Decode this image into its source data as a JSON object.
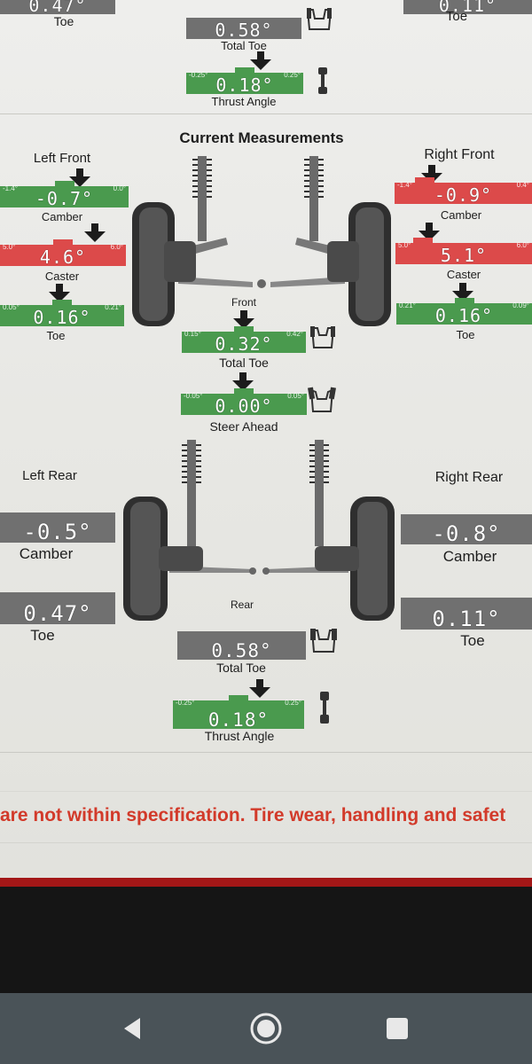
{
  "top_partial": {
    "left_toe": {
      "value": "0.47°",
      "label": "Toe"
    },
    "right_toe": {
      "value": "0.11°",
      "label": "Toe"
    },
    "total_toe": {
      "value": "0.58°",
      "label": "Total Toe"
    },
    "thrust_angle": {
      "value": "0.18°",
      "label": "Thrust Angle",
      "min": "-0.25°",
      "max": "0.25°"
    }
  },
  "section_title": "Current Measurements",
  "front": {
    "label": "Front",
    "left_title": "Left Front",
    "right_title": "Right Front",
    "left_camber": {
      "value": "-0.7°",
      "label": "Camber",
      "min": "-1.4°",
      "max": "0.0°",
      "status": "green",
      "level": 0.5
    },
    "left_caster": {
      "value": "4.6°",
      "label": "Caster",
      "min": "5.0°",
      "max": "6.0°",
      "status": "red",
      "level": 0.5
    },
    "left_toe": {
      "value": "0.16°",
      "label": "Toe",
      "min": "0.05°",
      "max": "0.21°",
      "status": "green",
      "level": 0.5
    },
    "right_camber": {
      "value": "-0.9°",
      "label": "Camber",
      "min": "-1.4°",
      "max": "0.4°",
      "status": "red",
      "level": 0.22
    },
    "right_caster": {
      "value": "5.1°",
      "label": "Caster",
      "min": "5.0°",
      "max": "6.0°",
      "status": "red",
      "level": 0.2
    },
    "right_toe": {
      "value": "0.16°",
      "label": "Toe",
      "min": "0.21°",
      "max": "0.09°",
      "status": "green",
      "level": 0.5
    },
    "total_toe": {
      "value": "0.32°",
      "label": "Total Toe",
      "min": "0.15°",
      "max": "0.42°",
      "status": "green",
      "level": 0.5
    },
    "steer_ahead": {
      "value": "0.00°",
      "label": "Steer Ahead",
      "min": "-0.05°",
      "max": "0.05°",
      "status": "green",
      "level": 0.5
    }
  },
  "rear": {
    "label": "Rear",
    "left_title": "Left Rear",
    "right_title": "Right Rear",
    "left_camber": {
      "value": "-0.5°",
      "label": "Camber",
      "status": "gray"
    },
    "left_toe": {
      "value": "0.47°",
      "label": "Toe",
      "status": "gray"
    },
    "right_camber": {
      "value": "-0.8°",
      "label": "Camber",
      "status": "gray"
    },
    "right_toe": {
      "value": "0.11°",
      "label": "Toe",
      "status": "gray"
    },
    "total_toe": {
      "value": "0.58°",
      "label": "Total Toe",
      "status": "gray"
    },
    "thrust_angle": {
      "value": "0.18°",
      "label": "Thrust Angle",
      "min": "-0.25°",
      "max": "0.25°",
      "status": "green",
      "level": 0.5
    }
  },
  "warning_text": "are not within specification. Tire wear, handling and safet",
  "navigation": {
    "back": "back-icon",
    "home": "home-icon",
    "recents": "recents-icon"
  },
  "colors": {
    "in_spec": "#4a9a4e",
    "out_of_spec": "#dc4a4a",
    "no_spec": "#707070",
    "warning": "#d23a2a",
    "navbar": "#4a5358"
  }
}
